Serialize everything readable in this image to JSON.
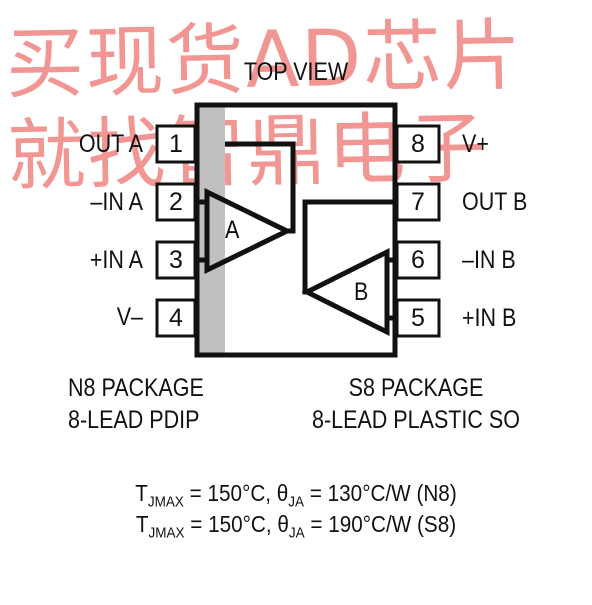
{
  "watermark": "买现货AD芯片就找智鼎电子",
  "title": "TOP VIEW",
  "pins_left": [
    {
      "num": "1",
      "label": "OUT A"
    },
    {
      "num": "2",
      "label": "–IN A"
    },
    {
      "num": "3",
      "label": "+IN A"
    },
    {
      "num": "4",
      "label": "V–"
    }
  ],
  "pins_right": [
    {
      "num": "8",
      "label": "V+"
    },
    {
      "num": "7",
      "label": "OUT B"
    },
    {
      "num": "6",
      "label": "–IN B"
    },
    {
      "num": "5",
      "label": "+IN B"
    }
  ],
  "amp_a": "A",
  "amp_b": "B",
  "package_n8": {
    "line1": "N8 PACKAGE",
    "line2": "8-LEAD PDIP"
  },
  "package_s8": {
    "line1": "S8 PACKAGE",
    "line2": "8-LEAD PLASTIC SO"
  },
  "thermal": [
    {
      "t": "T",
      "tsub": "JMAX",
      "mid": " = 150°C, θ",
      "thsub": "JA",
      "end": " = 130°C/W (N8)"
    },
    {
      "t": "T",
      "tsub": "JMAX",
      "mid": " = 150°C, θ",
      "thsub": "JA",
      "end": " = 190°C/W (S8)"
    }
  ],
  "colors": {
    "ink": "#111111",
    "body_stripe": "#c0c0c0",
    "watermark": "#e8413c"
  }
}
